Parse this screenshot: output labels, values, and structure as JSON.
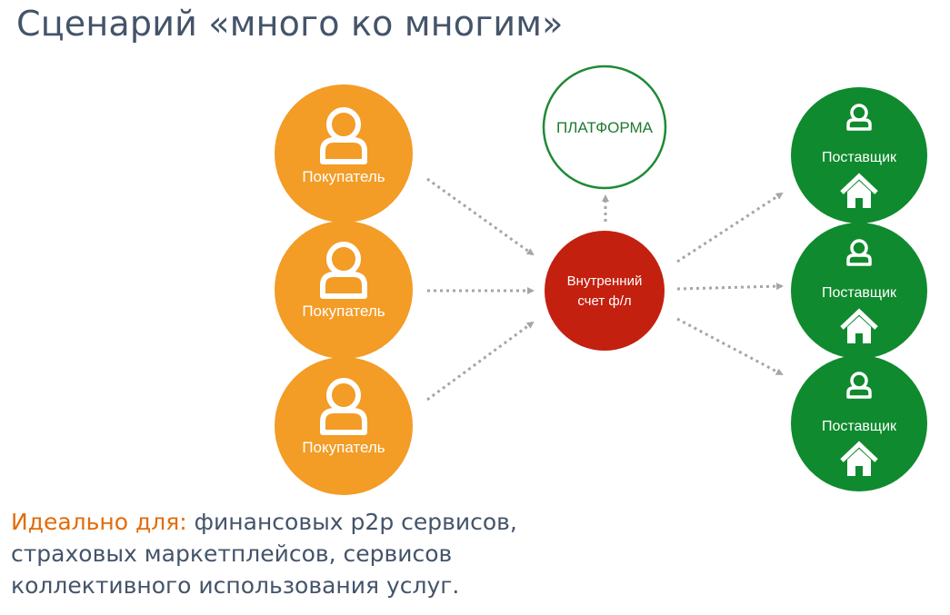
{
  "title": "Сценарий «много ко многим»",
  "colors": {
    "buyer": "#f39c26",
    "supplier": "#0f8a2e",
    "account": "#c4200f",
    "platform_stroke": "#1f8a35",
    "platform_text": "#1f7a30",
    "arrow": "#a6a6a6",
    "accent": "#e36c09",
    "text": "#44546a"
  },
  "buyers": [
    {
      "label": "Покупатель",
      "icon": "person-icon"
    },
    {
      "label": "Покупатель",
      "icon": "person-icon"
    },
    {
      "label": "Покупатель",
      "icon": "person-icon"
    }
  ],
  "platform": {
    "label": "ПЛАТФОРМА"
  },
  "account": {
    "lines": [
      "Внутренний",
      "счет ф/л"
    ]
  },
  "suppliers": [
    {
      "label": "Поставщик",
      "icons": [
        "person-icon",
        "house-icon"
      ]
    },
    {
      "label": "Поставщик",
      "icons": [
        "person-icon",
        "house-icon"
      ]
    },
    {
      "label": "Поставщик",
      "icons": [
        "person-icon",
        "house-icon"
      ]
    }
  ],
  "footer": {
    "accent": "Идеально для:",
    "line1": " финансовых p2p сервисов,",
    "line2": "страховых маркетплейсов, сервисов",
    "line3": "коллективного использования услуг."
  }
}
